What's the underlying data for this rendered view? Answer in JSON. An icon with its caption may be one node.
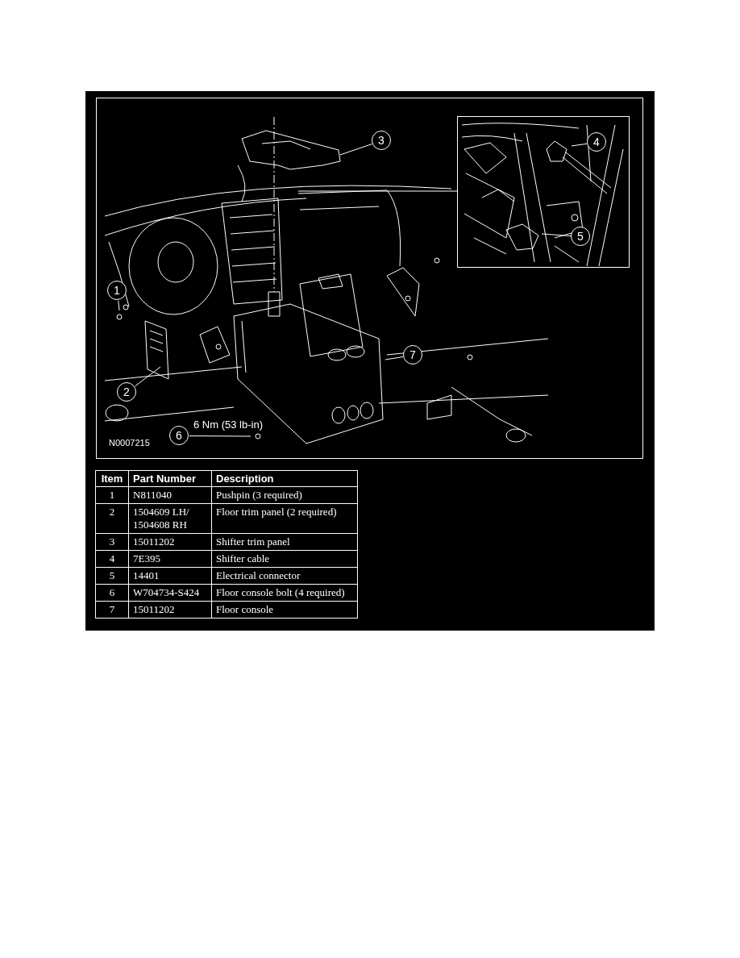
{
  "diagram": {
    "nodes": [
      {
        "text": [
          "3"
        ]
      },
      {
        "text": [],
        "shape": "box"
      },
      {
        "text": [
          "4"
        ],
        "in": 1
      },
      {
        "text": [
          "5"
        ],
        "in": 1
      },
      {
        "text": [
          "1"
        ]
      },
      {
        "text": [
          "7"
        ]
      },
      {
        "text": [
          "2"
        ]
      },
      {
        "text": [
          "6"
        ],
        "beside": [
          "6 Nm (53 lb-in)"
        ]
      }
    ],
    "edges": [
      {
        "from": 0,
        "to": null,
        "arrow": "none"
      },
      {
        "from": 1,
        "to": null,
        "arrow": "none"
      },
      {
        "from": 2,
        "to": null,
        "arrow": "none"
      },
      {
        "from": 3,
        "to": null,
        "arrow": "none"
      },
      {
        "from": 4,
        "to": null,
        "arrow": "none"
      },
      {
        "from": 5,
        "to": null,
        "arrow": "none"
      },
      {
        "from": 6,
        "to": null,
        "arrow": "none"
      },
      {
        "from": 7,
        "to": null,
        "arrow": "none"
      }
    ],
    "labels": [
      "N0007215",
      "Item",
      "Part Number",
      "Description",
      "1",
      "N811040",
      "Pushpin (3 required)",
      "2",
      "1504609 LH/ 1504608 RH",
      "Floor trim panel (2 required)",
      "3",
      "15011202",
      "Shifter trim panel",
      "4",
      "7E395",
      "Shifter cable",
      "5",
      "14401",
      "Electrical connector",
      "6",
      "W704734-S424",
      "Floor console bolt (4 required)",
      "7",
      "15011202",
      "Floor console"
    ]
  }
}
